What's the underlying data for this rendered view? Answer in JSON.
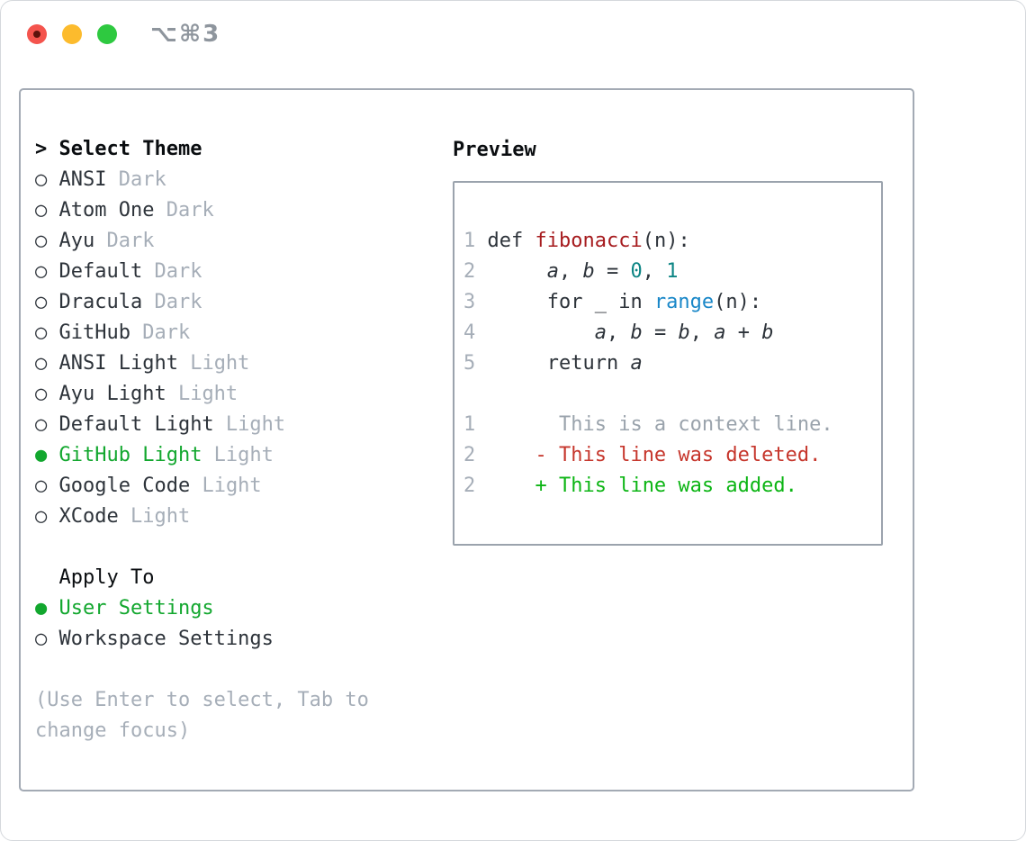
{
  "titlebar": {
    "shortcut": "⌥⌘3",
    "traffic_lights": [
      "close",
      "minimize",
      "zoom"
    ]
  },
  "colors": {
    "fg": "#2d333a",
    "heading": "#0a0d10",
    "muted": "#a6aeb8",
    "muted-dark": "#8e959d",
    "green": "#12a72e",
    "border": "#a3aab4",
    "border2": "#9ba3ad",
    "fn-red": "#a61b1e",
    "teal": "#0c8584",
    "blue": "#1987c8",
    "ctx-gray": "#9aa3ac",
    "del-red": "#c6362c",
    "add-green": "#0cb514",
    "tl-red": "#f4544d",
    "tl-red-dot": "#5d120b",
    "tl-yellow": "#fcbb2d",
    "tl-green": "#2ec940"
  },
  "theme_selector": {
    "header_prefix": "> ",
    "header": "Select Theme",
    "items": [
      {
        "name": "ANSI",
        "variant": "Dark",
        "selected": false
      },
      {
        "name": "Atom One",
        "variant": "Dark",
        "selected": false
      },
      {
        "name": "Ayu",
        "variant": "Dark",
        "selected": false
      },
      {
        "name": "Default",
        "variant": "Dark",
        "selected": false
      },
      {
        "name": "Dracula",
        "variant": "Dark",
        "selected": false
      },
      {
        "name": "GitHub",
        "variant": "Dark",
        "selected": false
      },
      {
        "name": "ANSI Light",
        "variant": "Light",
        "selected": false
      },
      {
        "name": "Ayu Light",
        "variant": "Light",
        "selected": false
      },
      {
        "name": "Default Light",
        "variant": "Light",
        "selected": false
      },
      {
        "name": "GitHub Light",
        "variant": "Light",
        "selected": true
      },
      {
        "name": "Google Code",
        "variant": "Light",
        "selected": false
      },
      {
        "name": "XCode",
        "variant": "Light",
        "selected": false
      }
    ]
  },
  "apply_to": {
    "header": "Apply To",
    "options": [
      {
        "label": "User Settings",
        "selected": true
      },
      {
        "label": "Workspace Settings",
        "selected": false
      }
    ]
  },
  "help_text": [
    "(Use Enter to select, Tab to",
    "change focus)"
  ],
  "preview": {
    "header": "Preview",
    "lines": [
      {
        "num": "1",
        "tokens": [
          {
            "t": "def ",
            "c": "fg"
          },
          {
            "t": "fibonacci",
            "c": "fn"
          },
          {
            "t": "(n):",
            "c": "fg"
          }
        ]
      },
      {
        "num": "2",
        "tokens": [
          {
            "t": "     ",
            "c": "fg"
          },
          {
            "t": "a",
            "c": "var"
          },
          {
            "t": ", ",
            "c": "fg"
          },
          {
            "t": "b",
            "c": "var"
          },
          {
            "t": " = ",
            "c": "fg"
          },
          {
            "t": "0",
            "c": "num"
          },
          {
            "t": ", ",
            "c": "fg"
          },
          {
            "t": "1",
            "c": "num"
          }
        ]
      },
      {
        "num": "3",
        "tokens": [
          {
            "t": "     for _ in ",
            "c": "fg"
          },
          {
            "t": "range",
            "c": "call"
          },
          {
            "t": "(n):",
            "c": "fg"
          }
        ]
      },
      {
        "num": "4",
        "tokens": [
          {
            "t": "         ",
            "c": "fg"
          },
          {
            "t": "a",
            "c": "var"
          },
          {
            "t": ", ",
            "c": "fg"
          },
          {
            "t": "b",
            "c": "var"
          },
          {
            "t": " = ",
            "c": "fg"
          },
          {
            "t": "b",
            "c": "var"
          },
          {
            "t": ", ",
            "c": "fg"
          },
          {
            "t": "a",
            "c": "var"
          },
          {
            "t": " + ",
            "c": "fg"
          },
          {
            "t": "b",
            "c": "var"
          }
        ]
      },
      {
        "num": "5",
        "tokens": [
          {
            "t": "     return ",
            "c": "fg"
          },
          {
            "t": "a",
            "c": "var"
          }
        ]
      },
      {
        "num": "",
        "tokens": []
      },
      {
        "num": "1",
        "tokens": [
          {
            "t": "      This is a context line.",
            "c": "ctx"
          }
        ]
      },
      {
        "num": "2",
        "tokens": [
          {
            "t": "    ",
            "c": "fg"
          },
          {
            "t": "- This line was deleted.",
            "c": "del"
          }
        ]
      },
      {
        "num": "2",
        "tokens": [
          {
            "t": "    ",
            "c": "fg"
          },
          {
            "t": "+ This line was added.",
            "c": "add"
          }
        ]
      }
    ]
  }
}
